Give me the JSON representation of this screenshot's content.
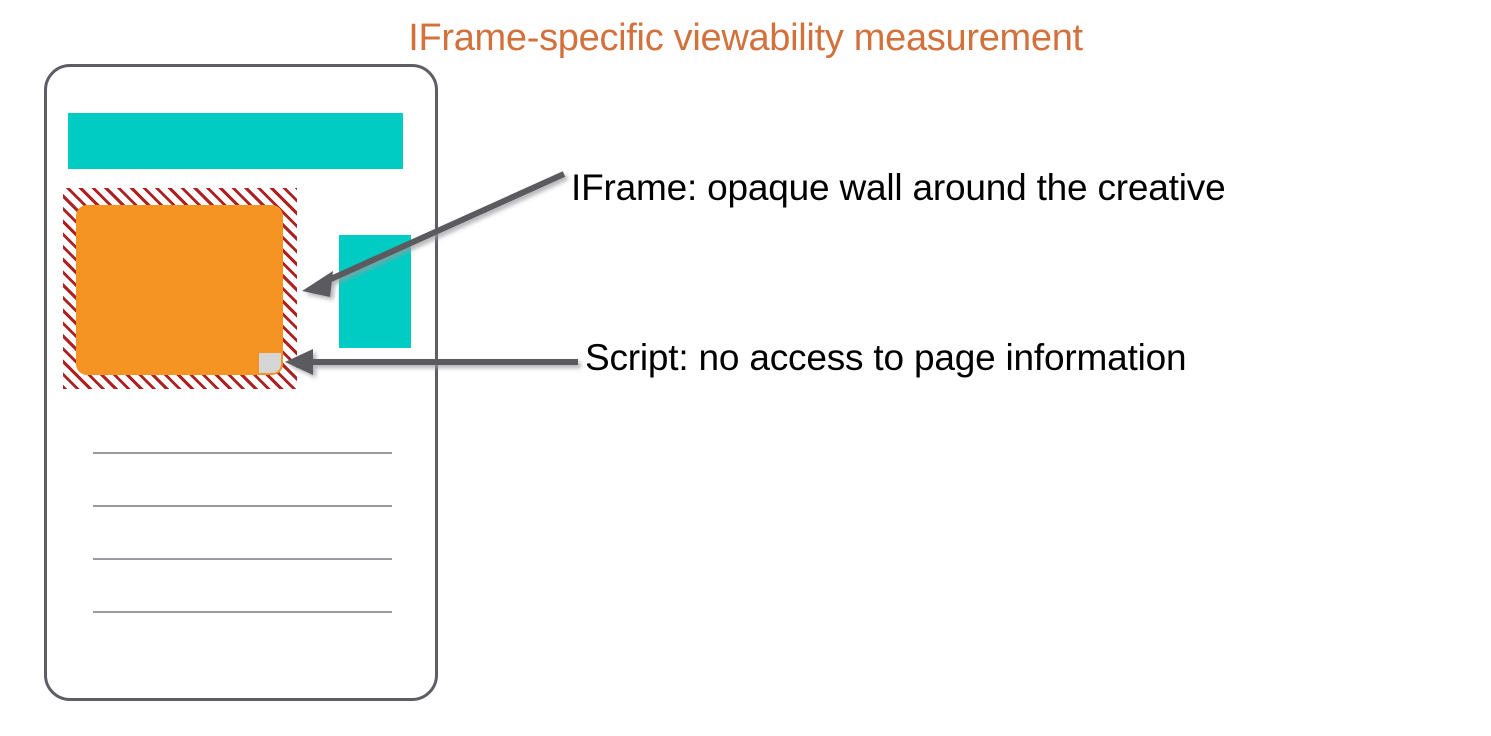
{
  "slide": {
    "title": "IFrame-specific viewability measurement",
    "title_color": "#d2713c",
    "background_color": "#ffffff"
  },
  "phone_mockup": {
    "name": "mobile-page-mockup",
    "frame_color": "#5d5d63",
    "page_elements": {
      "banner_block": {
        "label": "page content block",
        "color": "#00ccc3"
      },
      "side_block": {
        "label": "page content block",
        "color": "#00ccc3"
      },
      "iframe_wall": {
        "label": "iframe boundary",
        "hatch_color": "#ad2121",
        "hatch_background": "#ffffff"
      },
      "creative": {
        "label": "ad creative",
        "color": "#f59423"
      },
      "script_pixel": {
        "label": "measurement script",
        "color": "#d6d6d6"
      },
      "text_rules": {
        "label": "page text lines",
        "color": "#9a9aa0",
        "count": 4
      }
    }
  },
  "callouts": [
    {
      "id": "iframe-callout",
      "text": "IFrame: opaque wall around the creative",
      "arrow": "diagonal-arrow-pointing-left-down",
      "arrow_color": "#5a5a5f"
    },
    {
      "id": "script-callout",
      "text": "Script: no access to page information",
      "arrow": "horizontal-arrow-pointing-left",
      "arrow_color": "#5a5a5f"
    }
  ]
}
